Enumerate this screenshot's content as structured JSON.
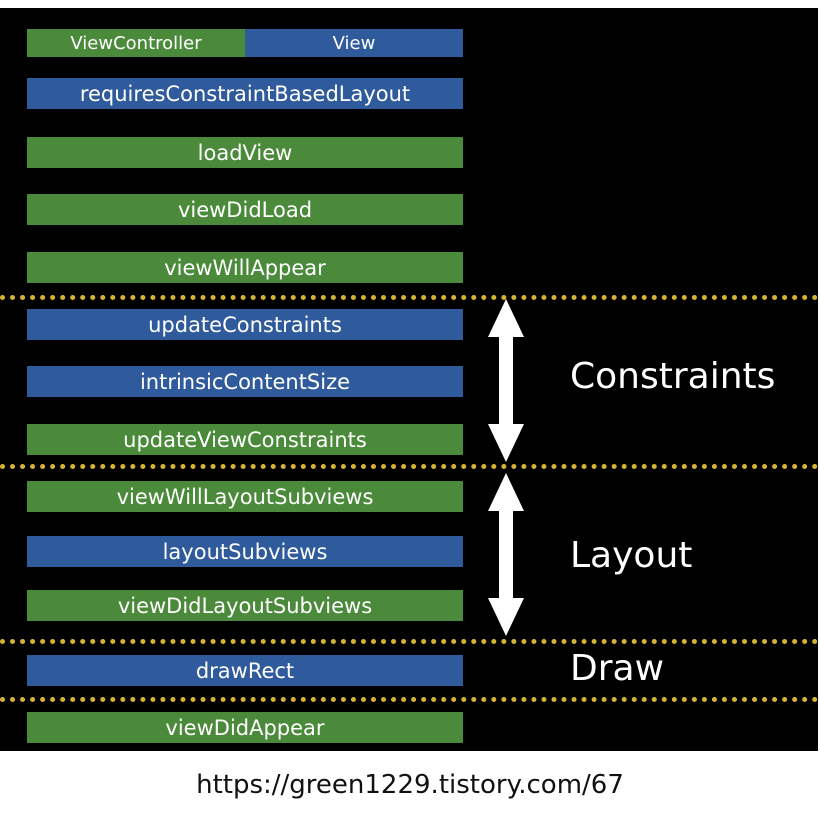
{
  "legend": {
    "left": "ViewController",
    "right": "View"
  },
  "colors": {
    "view_controller": "#4a8a3a",
    "view": "#2f5a9b",
    "divider": "#d7b335",
    "background": "#000000"
  },
  "methods": [
    {
      "label": "requiresConstraintBasedLayout",
      "owner": "view"
    },
    {
      "label": "loadView",
      "owner": "view_controller"
    },
    {
      "label": "viewDidLoad",
      "owner": "view_controller"
    },
    {
      "label": "viewWillAppear",
      "owner": "view_controller"
    },
    {
      "label": "updateConstraints",
      "owner": "view"
    },
    {
      "label": "intrinsicContentSize",
      "owner": "view"
    },
    {
      "label": "updateViewConstraints",
      "owner": "view_controller"
    },
    {
      "label": "viewWillLayoutSubviews",
      "owner": "view_controller"
    },
    {
      "label": "layoutSubviews",
      "owner": "view"
    },
    {
      "label": "viewDidLayoutSubviews",
      "owner": "view_controller"
    },
    {
      "label": "drawRect",
      "owner": "view"
    },
    {
      "label": "viewDidAppear",
      "owner": "view_controller"
    }
  ],
  "phases": {
    "constraints": "Constraints",
    "layout": "Layout",
    "draw": "Draw"
  },
  "source": "https://green1229.tistory.com/67"
}
